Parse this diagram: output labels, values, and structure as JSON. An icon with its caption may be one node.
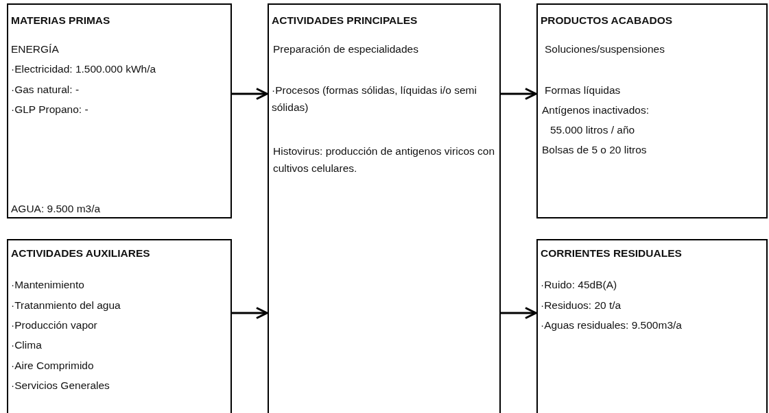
{
  "diagram": {
    "nodes": [
      {
        "text": [
          "MATERIAS PRIMAS",
          "ENERGÍA",
          "·Electricidad: 1.500.000 kWh/a",
          "·Gas natural: -",
          "·GLP Propano: -",
          "AGUA: 9.500 m3/a"
        ]
      },
      {
        "text": [
          "ACTIVIDADES PRINCIPALES",
          "Preparación de especialidades",
          "·Procesos (formas sólidas, líquidas i/o semi sólidas)",
          "Histovirus: producción de antigenos viricos con cultivos celulares."
        ]
      },
      {
        "text": [
          "PRODUCTOS ACABADOS",
          "Soluciones/suspensiones",
          "Formas líquidas",
          "Antígenos inactivados:",
          "55.000 litros / año",
          "Bolsas de 5 o 20 litros"
        ]
      },
      {
        "text": [
          "ACTIVIDADES AUXILIARES",
          "·Mantenimiento",
          "·Tratanmiento del agua",
          "·Producción vapor",
          "·Clima",
          "·Aire Comprimido",
          "·Servicios Generales"
        ]
      },
      {
        "text": [
          "CORRIENTES RESIDUALES",
          "·Ruido: 45dB(A)",
          "·Residuos: 20 t/a",
          "·Aguas residuales: 9.500m3/a"
        ]
      }
    ],
    "edges": [
      {
        "from": 0,
        "to": 1,
        "arrow": "to"
      },
      {
        "from": 1,
        "to": 2,
        "arrow": "to"
      },
      {
        "from": 3,
        "to": 1,
        "arrow": "to"
      },
      {
        "from": 1,
        "to": 4,
        "arrow": "to"
      }
    ]
  }
}
